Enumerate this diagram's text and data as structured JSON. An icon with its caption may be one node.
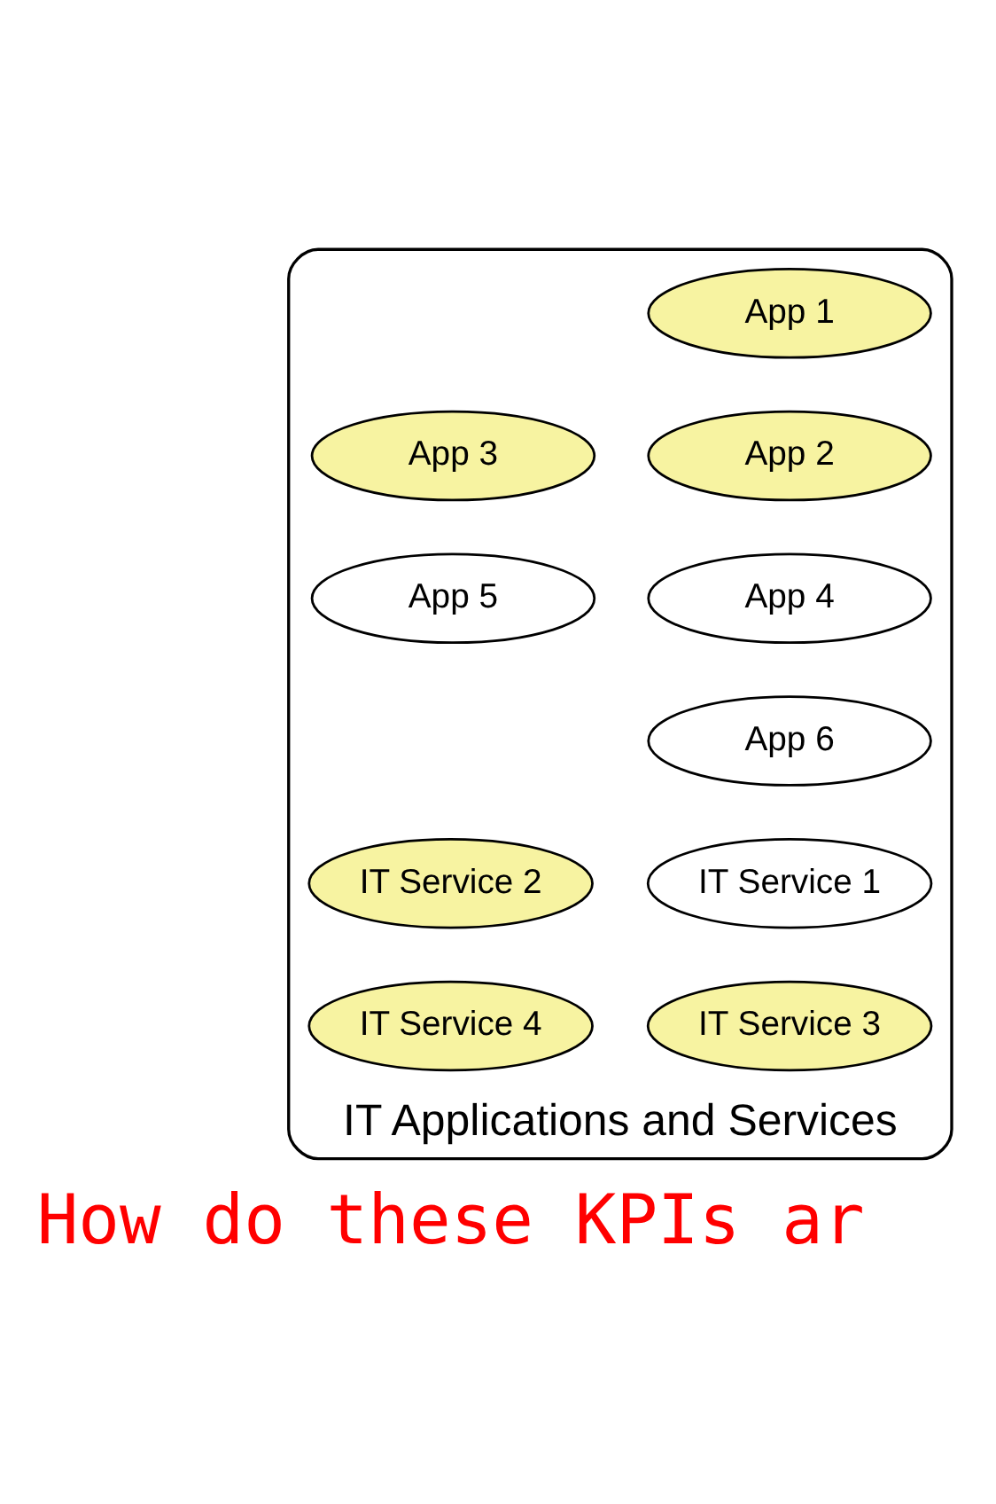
{
  "diagram": {
    "nodes": [
      {
        "text": [
          "IT Applications and Services"
        ]
      },
      {
        "text": [
          "App 1"
        ],
        "in": 0
      },
      {
        "text": [
          "App 2"
        ],
        "in": 0
      },
      {
        "text": [
          "App 3"
        ],
        "in": 0
      },
      {
        "text": [
          "App 4"
        ],
        "in": 0
      },
      {
        "text": [
          "App 5"
        ],
        "in": 0
      },
      {
        "text": [
          "App 6"
        ],
        "in": 0
      },
      {
        "text": [
          "IT Service 1"
        ],
        "in": 0
      },
      {
        "text": [
          "IT Service 2"
        ],
        "in": 0
      },
      {
        "text": [
          "IT Service 3"
        ],
        "in": 0
      },
      {
        "text": [
          "IT Service 4"
        ],
        "in": 0
      }
    ],
    "edges": [],
    "labels": [
      "How do these KPIs ar"
    ]
  }
}
